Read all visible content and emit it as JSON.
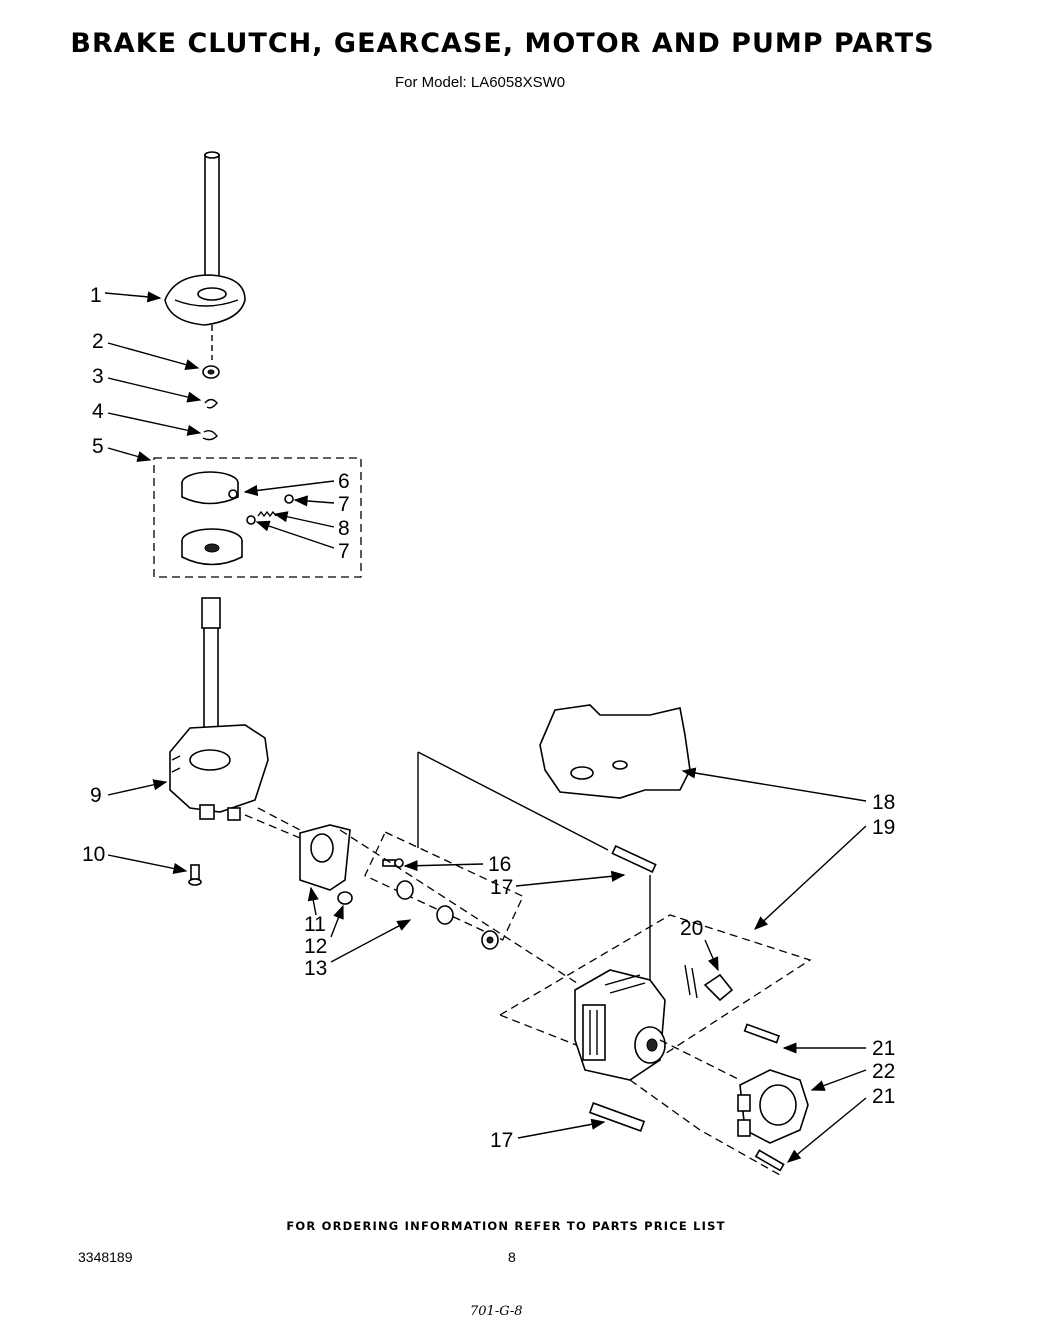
{
  "title": "BRAKE  CLUTCH, GEARCASE, MOTOR AND PUMP PARTS",
  "subtitle": "For Model: LA6058XSW0",
  "footer_note": "FOR ORDERING INFORMATION REFER TO PARTS PRICE LIST",
  "document_number": "3348189",
  "page_number": "8",
  "handwritten_note": "701-G-8",
  "callouts": {
    "c1": "1",
    "c2": "2",
    "c3": "3",
    "c4": "4",
    "c5": "5",
    "c6": "6",
    "c7a": "7",
    "c8": "8",
    "c7b": "7",
    "c9": "9",
    "c10": "10",
    "c11": "11",
    "c12": "12",
    "c13": "13",
    "c16": "16",
    "c17a": "17",
    "c18": "18",
    "c19": "19",
    "c20": "20",
    "c21a": "21",
    "c22": "22",
    "c21b": "21",
    "c17b": "17"
  }
}
